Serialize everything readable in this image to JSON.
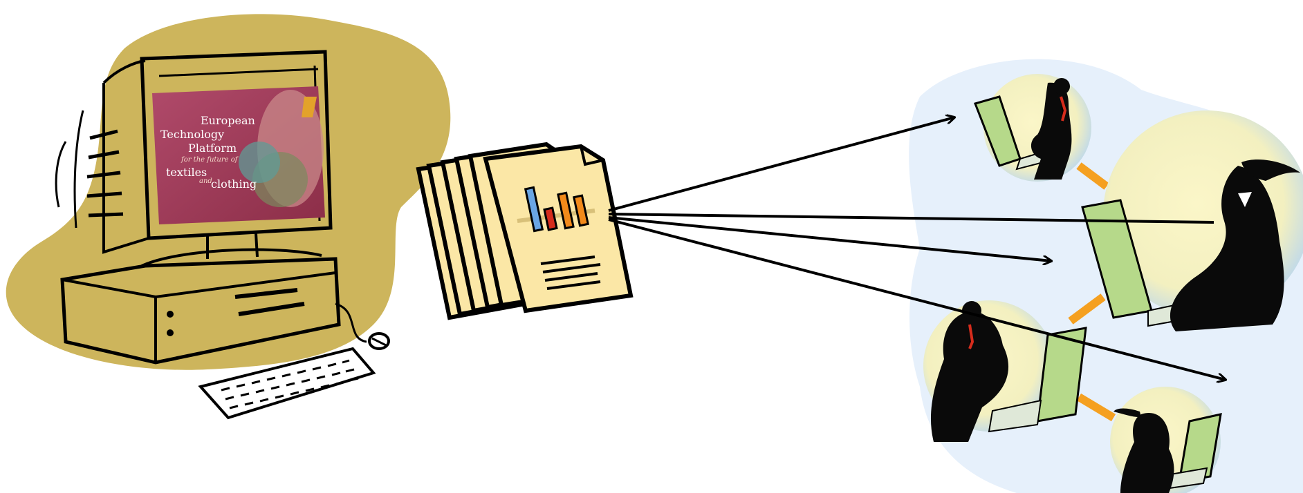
{
  "banner": {
    "line1": "European",
    "line2": "Technology",
    "line3": "Platform",
    "line4": "for the future of",
    "line5": "textiles",
    "line6": "and",
    "line7": "clothing"
  },
  "colors": {
    "blob": "#cdb55c",
    "banner": "#a3405c",
    "paper": "#fbe7a6",
    "bar_blue": "#6aa6e4",
    "bar_red": "#d62c1c",
    "bar_orange": "#f28a1a",
    "network_bg": "#e6f0fb",
    "connector": "#f5a020",
    "laptop": "#b6d98a",
    "ink": "#000000"
  },
  "icons": [
    "computer-icon",
    "keyboard-icon",
    "mouse-icon",
    "report-stack-icon",
    "bar-chart-icon",
    "arrow-icon",
    "networked-people-icon"
  ]
}
